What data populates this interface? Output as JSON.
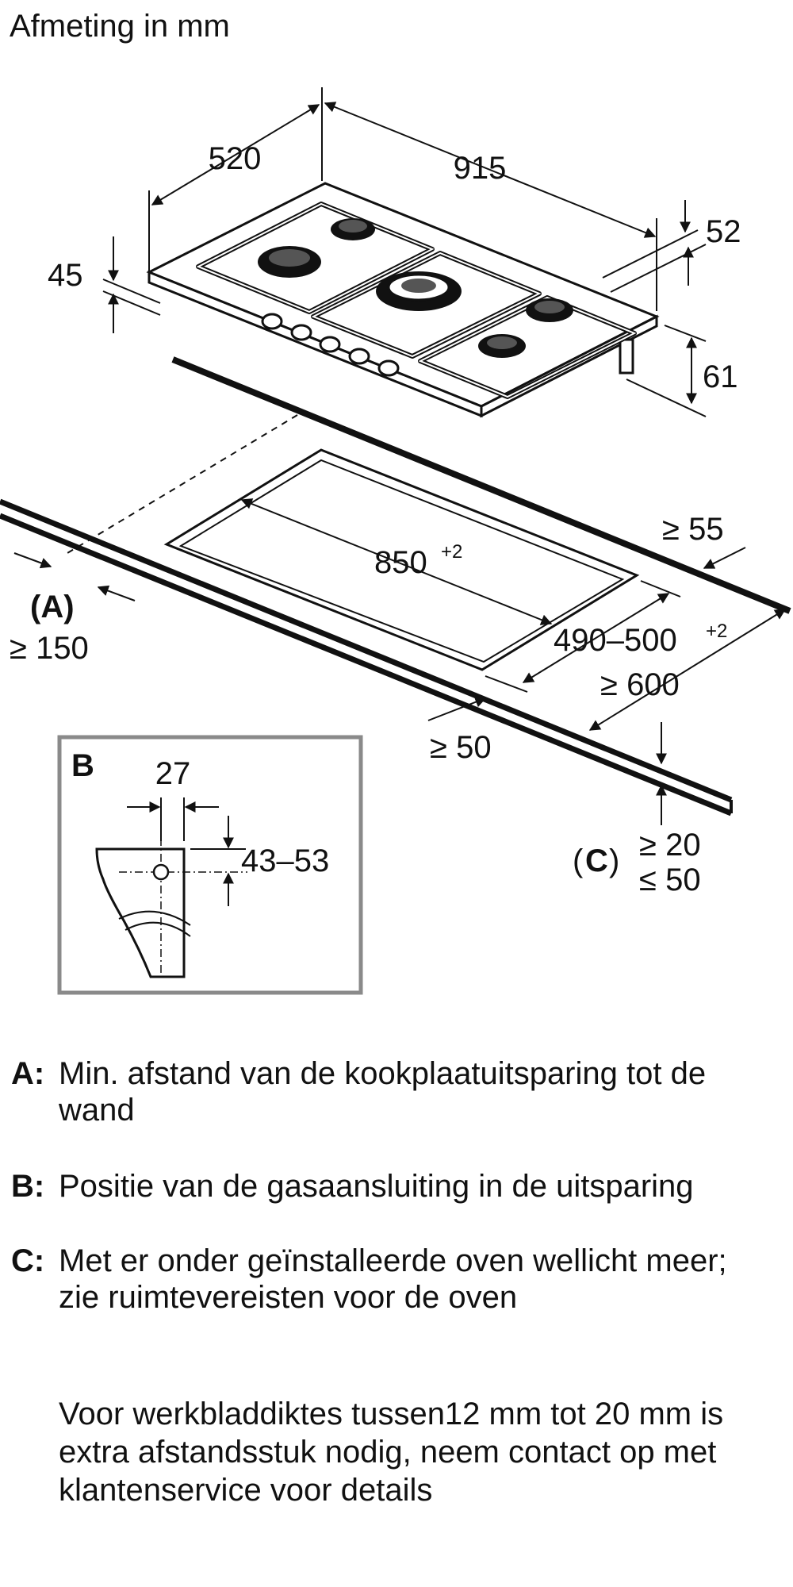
{
  "title": "Afmeting in mm",
  "dimensions": {
    "depth": "520",
    "width": "915",
    "frame_height": "45",
    "rear_offset": "52",
    "total_height": "61",
    "cutout_width": "850",
    "cutout_width_tol": "+2",
    "cutout_depth": "490–500",
    "cutout_depth_tol": "+2",
    "wall_min": "≥ 150",
    "rear_min": "≥ 55",
    "side_min": "≥ 600",
    "front_min": "≥ 50",
    "thickness_min": "≥ 20",
    "thickness_max": "≤ 50"
  },
  "markers": {
    "a": "(A)",
    "c_open": "(",
    "c": "C",
    "c_close": ")"
  },
  "detail_b": {
    "label": "B",
    "offset": "27",
    "height_range": "43–53"
  },
  "legend": [
    {
      "key": "A:",
      "text": "Min. afstand van de kookplaatuitsparing tot de wand"
    },
    {
      "key": "B:",
      "text": "Positie van de gasaansluiting in de uitsparing"
    },
    {
      "key": "C:",
      "text": "Met er onder geïnstalleerde oven wellicht meer; zie ruimtevereisten voor de oven"
    }
  ],
  "note": "Voor werkbladdiktes tussen12 mm tot 20 mm is extra afstandsstuk nodig, neem contact op met klantenservice voor details"
}
